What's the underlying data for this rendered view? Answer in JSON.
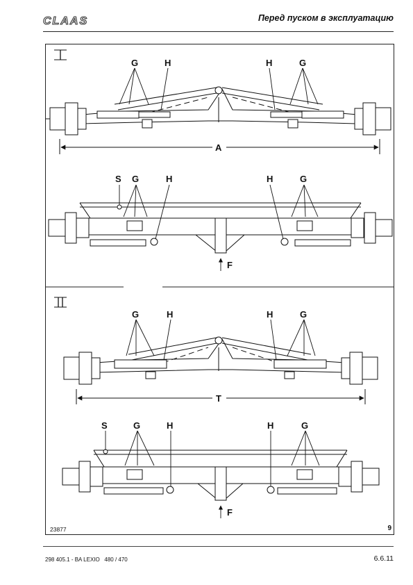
{
  "header": {
    "brand": "CLAAS",
    "section_title": "Перед пуском в эксплуатацию"
  },
  "figure": {
    "variants": [
      "I",
      "II"
    ],
    "labels": {
      "G": "G",
      "H": "H",
      "S": "S",
      "F": "F",
      "A": "A",
      "T": "T"
    },
    "figure_number": "23877",
    "badge": "9"
  },
  "footer": {
    "document": "298 405.1 - BA LEXIO   480 / 470",
    "page": "6.6.11"
  }
}
